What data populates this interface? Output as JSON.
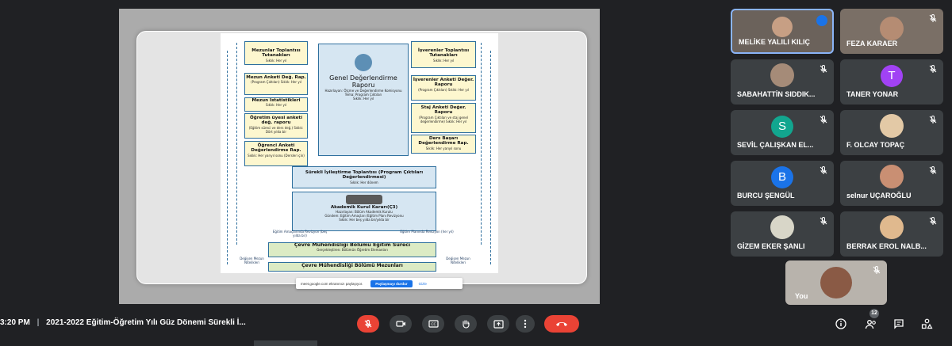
{
  "meeting": {
    "time": "3:20 PM",
    "separator": "|",
    "title": "2021-2022 Eğitim-Öğretim Yılı Güz Dönemi Sürekli İ..."
  },
  "participants_count": "12",
  "share_banner": {
    "text": "meet.google.com ekranınızı paylaşıyor.",
    "stop_label": "Paylaşmayı durdur",
    "hide_label": "Gizle"
  },
  "participants": [
    {
      "name": "MELİKE YALILI KILIÇ",
      "kind": "video"
    },
    {
      "name": "FEZA KARAER",
      "kind": "video"
    },
    {
      "name": "SABAHATTİN SIDDIK...",
      "kind": "photo"
    },
    {
      "name": "TANER YONAR",
      "kind": "initial",
      "initial": "T",
      "color": "#a142f4"
    },
    {
      "name": "SEVİL ÇALIŞKAN EL...",
      "kind": "initial",
      "initial": "S",
      "color": "#12a68f"
    },
    {
      "name": "F. OLCAY TOPAÇ",
      "kind": "photo"
    },
    {
      "name": "BURCU ŞENGÜL",
      "kind": "initial",
      "initial": "B",
      "color": "#1a73e8"
    },
    {
      "name": "selnur UÇAROĞLU",
      "kind": "photo"
    },
    {
      "name": "GİZEM EKER ŞANLI",
      "kind": "photo"
    },
    {
      "name": "BERRAK EROL NALB...",
      "kind": "photo"
    },
    {
      "name": "You",
      "kind": "video"
    }
  ],
  "slide": {
    "center": {
      "title": "Genel Değerlendirme Raporu",
      "l1": "Hazırlayan: Ölçme ve Değerlendirme Komisyonu",
      "l2": "Tema: Program Çıktıları",
      "l3": "Sıklık: Her yıl"
    },
    "left": [
      {
        "title": "Mezunlar Toplantısı Tutanakları",
        "sub": "Sıklık: Her yıl"
      },
      {
        "title": "Mezun Anketi Değ. Rap.",
        "sub": "(Program Çıktıları) Sıklık: Her yıl"
      },
      {
        "title": "Mezun İstatistikleri",
        "sub": "Sıklık: Her yıl"
      },
      {
        "title": "Öğretim üyesi anketi değ. raporu",
        "sub": "(Eğitim süreci ve ders değ.) Sıklık: Dört yılda bir"
      },
      {
        "title": "Öğrenci Anketi Değerlendirme Rap.",
        "sub": "Sıklık: Her yarıyıl sonu (Dersler için)"
      }
    ],
    "right": [
      {
        "title": "İşverenler Toplantısı Tutanakları",
        "sub": "Sıklık: Her yıl"
      },
      {
        "title": "İşverenler Anketi Değer. Raporu",
        "sub": "(Program Çıktıları) Sıklık: Her yıl"
      },
      {
        "title": "Staj Anketi Değer. Raporu",
        "sub": "(Program Çıktıları ve staj genel değerlendirme) Sıklık: Her yıl"
      },
      {
        "title": "Ders Başarı Değerlendirme Rap.",
        "sub": "Sıklık: Her yarıyıl sonu"
      }
    ],
    "meeting_box": {
      "title": "Sürekli İyileştirme Toplantısı (Program Çıktıları Değerlendirmesi)",
      "sub": "Sıklık: Her dönem"
    },
    "board_box": {
      "title": "Akademik Kurul Kararı(Ç3)",
      "l1": "Hazırlayan: Bölüm Akademik Kurulu",
      "l2": "Gündem: Eğitim Amaçları /Eğitim Planı Revizyonu",
      "l3": "Sıklık: Her beş yılda bir/yılda bir"
    },
    "left_rev": "Eğitim Amaçlarında Revizyon (beş yılda bir)",
    "right_rev": "Eğitim Planında Revizyon (her yıl)",
    "process_box": {
      "title": "Çevre Mühendisliği Bölümü Eğitim Süreci",
      "sub": "Gerçekleştiren: Bölümün Öğretim Elemanları"
    },
    "graduates_box": {
      "title": "Çevre Mühendisliği Bölümü Mezunları"
    },
    "left_change": "Değişen Mezun Nitelikleri",
    "right_change": "Değişen Mezun Nitelikleri"
  }
}
